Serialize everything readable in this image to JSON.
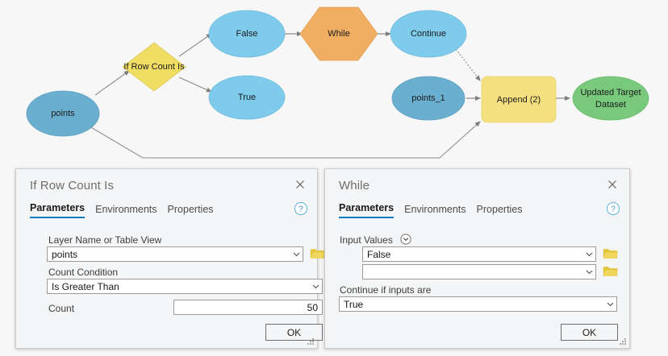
{
  "canvas": {
    "background": "#f7f7f7",
    "nodes": [
      {
        "id": "points",
        "label": "points",
        "shape": "ellipse",
        "color": "#6aafd0",
        "stroke": "#5b9dbd"
      },
      {
        "id": "if-row-count",
        "label": "If Row Count Is",
        "shape": "diamond",
        "color": "#f0dd64",
        "stroke": "#dfcb52"
      },
      {
        "id": "false",
        "label": "False",
        "shape": "ellipse",
        "color": "#7ecbeb",
        "stroke": "#6fbcdc"
      },
      {
        "id": "true",
        "label": "True",
        "shape": "ellipse",
        "color": "#7ecbeb",
        "stroke": "#6fbcdc"
      },
      {
        "id": "while",
        "label": "While",
        "shape": "hexagon",
        "color": "#f0ae63",
        "stroke": "#e3a056"
      },
      {
        "id": "continue",
        "label": "Continue",
        "shape": "ellipse",
        "color": "#7ecbeb",
        "stroke": "#6fbcdc"
      },
      {
        "id": "points-1",
        "label": "points_1",
        "shape": "ellipse",
        "color": "#6aafd0",
        "stroke": "#5b9dbd"
      },
      {
        "id": "append-2",
        "label": "Append (2)",
        "shape": "rounded-rect",
        "color": "#f4e07f",
        "stroke": "#e8d46f"
      },
      {
        "id": "updated-target-dataset",
        "label": "Updated Target\nDataset",
        "shape": "ellipse",
        "color": "#78c97c",
        "stroke": "#69ba6d"
      }
    ],
    "connector_color": "#8c8c8c",
    "connectors": [
      {
        "from": "points",
        "to": "if-row-count",
        "style": "solid"
      },
      {
        "from": "if-row-count",
        "to": "false",
        "style": "solid"
      },
      {
        "from": "if-row-count",
        "to": "true",
        "style": "solid"
      },
      {
        "from": "false",
        "to": "while",
        "style": "solid"
      },
      {
        "from": "while",
        "to": "continue",
        "style": "solid"
      },
      {
        "from": "continue",
        "to": "append-2",
        "style": "dotted"
      },
      {
        "from": "points-1",
        "to": "append-2",
        "style": "solid"
      },
      {
        "from": "append-2",
        "to": "updated-target-dataset",
        "style": "solid"
      },
      {
        "from": "points",
        "to": "append-2",
        "style": "solid"
      }
    ]
  },
  "dialogs": [
    {
      "id": "if-row-count-is",
      "title": "If Row Count Is",
      "close_label": "×",
      "help_label": "?",
      "tabs": [
        {
          "label": "Parameters",
          "active": true
        },
        {
          "label": "Environments",
          "active": false
        },
        {
          "label": "Properties",
          "active": false
        }
      ],
      "accent": "#0c7bc2",
      "fields": [
        {
          "label": "Layer Name or Table View",
          "kind": "combo",
          "value": "points",
          "has_folder": true
        },
        {
          "label": "Count Condition",
          "kind": "combo",
          "value": "Is Greater Than",
          "has_folder": false
        },
        {
          "label": "Count",
          "kind": "textbox",
          "value": "50",
          "has_folder": false
        }
      ],
      "ok_label": "OK"
    },
    {
      "id": "while",
      "title": "While",
      "close_label": "×",
      "help_label": "?",
      "tabs": [
        {
          "label": "Parameters",
          "active": true
        },
        {
          "label": "Environments",
          "active": false
        },
        {
          "label": "Properties",
          "active": false
        }
      ],
      "accent": "#0c7bc2",
      "fields": [
        {
          "label": "Input Values",
          "kind": "group-header",
          "value": "",
          "has_folder": false
        },
        {
          "label": "",
          "kind": "combo",
          "value": "False",
          "has_folder": true
        },
        {
          "label": "",
          "kind": "combo",
          "value": "",
          "has_folder": true
        },
        {
          "label": "Continue if inputs are",
          "kind": "combo",
          "value": "True",
          "has_folder": false
        }
      ],
      "ok_label": "OK"
    }
  ]
}
